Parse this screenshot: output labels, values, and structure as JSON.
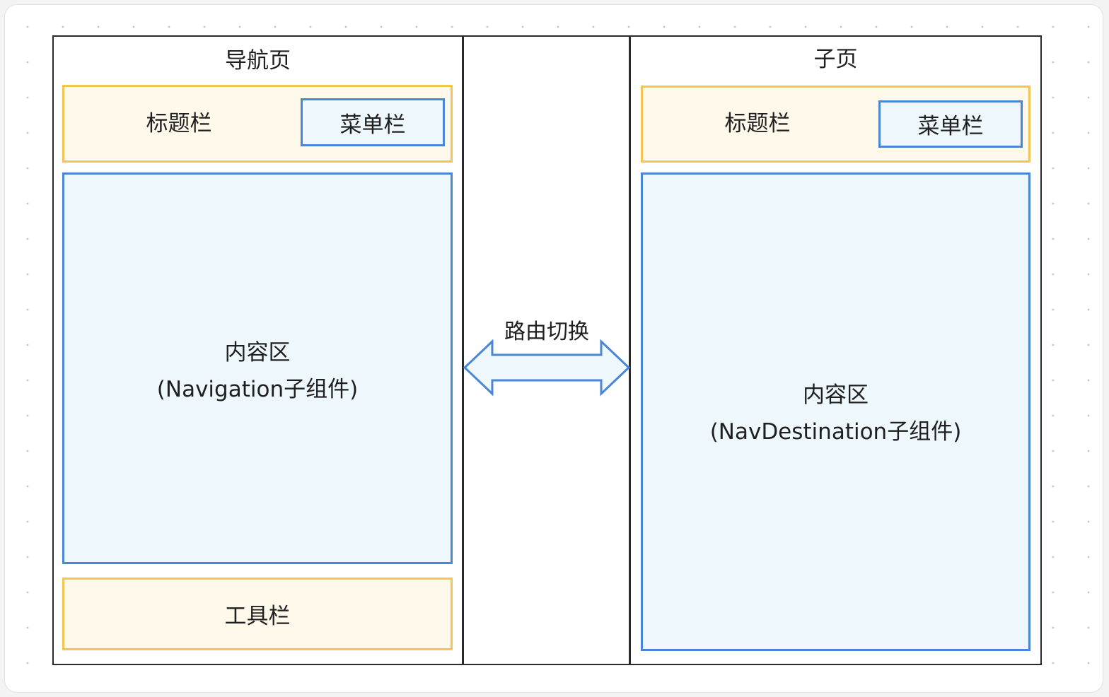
{
  "navigation_page": {
    "title": "导航页",
    "title_bar": {
      "label": "标题栏",
      "menu": "菜单栏"
    },
    "content": {
      "line1": "内容区",
      "line2": "(Navigation子组件)"
    },
    "toolbar": "工具栏"
  },
  "child_page": {
    "title": "子页",
    "title_bar": {
      "label": "标题栏",
      "menu": "菜单栏"
    },
    "content": {
      "line1": "内容区",
      "line2": "(NavDestination子组件)"
    }
  },
  "transition": {
    "label": "路由切换"
  },
  "colors": {
    "yellow_border": "#f3c552",
    "yellow_fill": "#fff9ec",
    "blue_border": "#4a86d6",
    "blue_fill": "#eef7fc",
    "frame_border": "#2b2b2b"
  }
}
